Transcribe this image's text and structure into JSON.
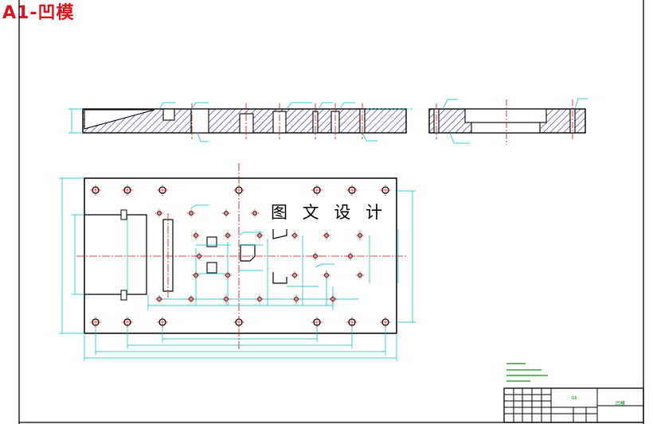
{
  "title": "A1-凹模",
  "watermark": "图 文 设 计",
  "colors": {
    "outline": "#000000",
    "hatch": "#0a0aa0",
    "centerline": "#d01010",
    "dimension": "#00b8c8",
    "notes": "#0f8f0f",
    "title_color": "#e0101c"
  },
  "title_block": {
    "part_name": "凹模",
    "field_label": "G6"
  },
  "icons": [
    "drill-hole-icon",
    "bolt-hole-icon",
    "dowel-pin-icon"
  ]
}
